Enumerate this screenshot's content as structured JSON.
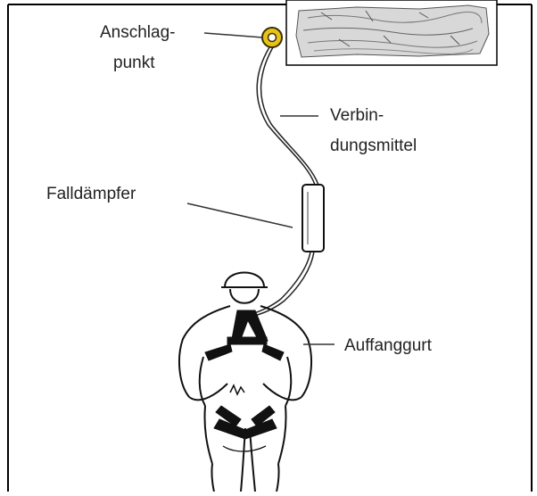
{
  "labels": {
    "anchor_line1": "Anschlag-",
    "anchor_line2": "punkt",
    "lanyard_line1": "Verbin-",
    "lanyard_line2": "dungsmittel",
    "absorber": "Falldämpfer",
    "harness": "Auffanggurt"
  },
  "colors": {
    "frame": "#000000",
    "text": "#222222",
    "leader": "#333333",
    "anchor_ring": "#e8c21a",
    "anchor_ring_stroke": "#3a3000"
  },
  "icons": {
    "anchor": "anchor-ring-icon",
    "beam": "wooden-beam",
    "lanyard": "lanyard-rope",
    "absorber": "shock-absorber",
    "worker": "worker-figure",
    "harness": "harness-straps"
  }
}
